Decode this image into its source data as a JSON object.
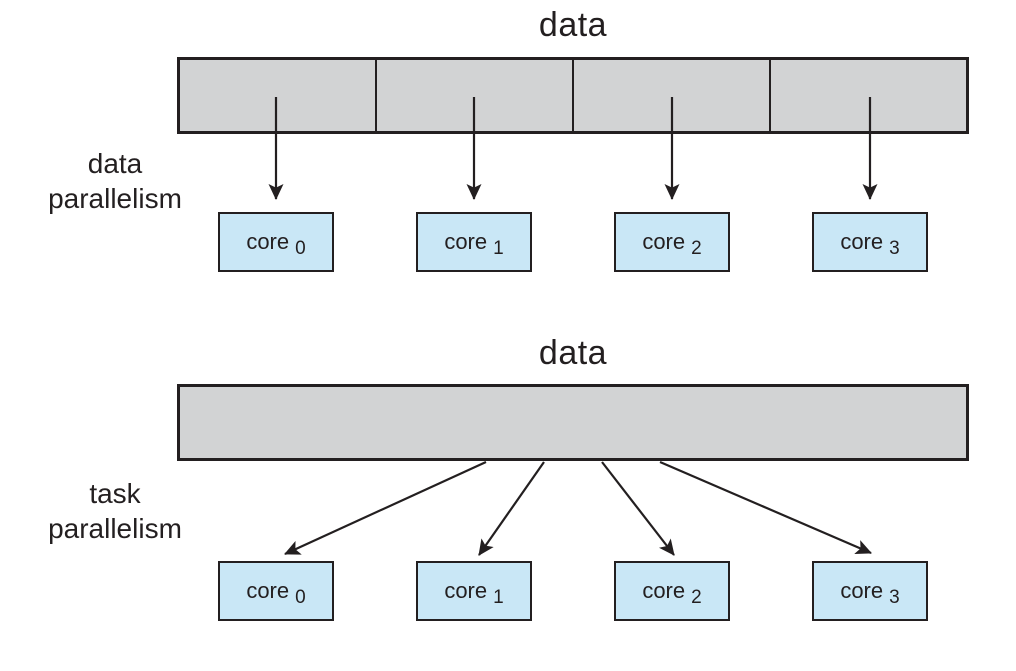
{
  "colors": {
    "bar_fill": "#d2d3d4",
    "core_fill": "#c9e7f6",
    "stroke": "#231f20",
    "text": "#231f20"
  },
  "sections": [
    {
      "title": "data",
      "side_label": {
        "line1": "data",
        "line2": "parallelism"
      },
      "bar": {
        "segments": 4
      },
      "cores": [
        {
          "label": "core",
          "sub": "0"
        },
        {
          "label": "core",
          "sub": "1"
        },
        {
          "label": "core",
          "sub": "2"
        },
        {
          "label": "core",
          "sub": "3"
        }
      ]
    },
    {
      "title": "data",
      "side_label": {
        "line1": "task",
        "line2": "parallelism"
      },
      "bar": {
        "segments": 1
      },
      "cores": [
        {
          "label": "core",
          "sub": "0"
        },
        {
          "label": "core",
          "sub": "1"
        },
        {
          "label": "core",
          "sub": "2"
        },
        {
          "label": "core",
          "sub": "3"
        }
      ]
    }
  ]
}
